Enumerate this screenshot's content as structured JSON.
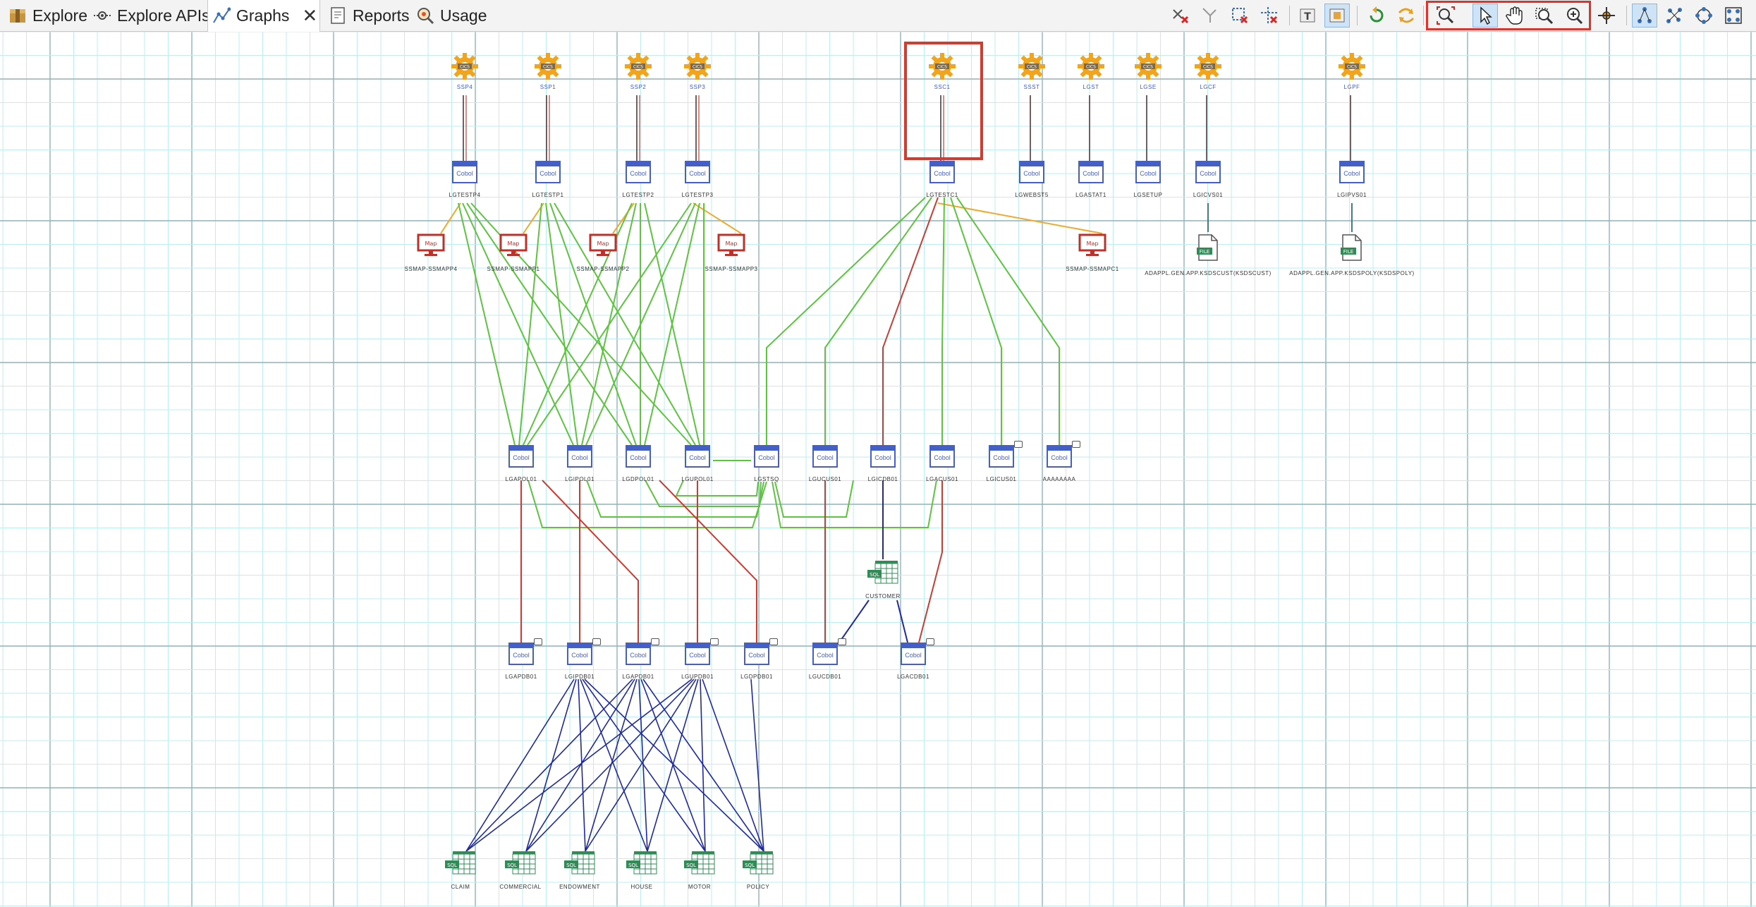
{
  "tabs": [
    {
      "label": "Explore",
      "icon": "explore-icon",
      "active": false
    },
    {
      "label": "Explore APIs",
      "icon": "explore-apis-icon",
      "active": false
    },
    {
      "label": "Graphs",
      "icon": "graphs-icon",
      "active": true
    },
    {
      "label": "Reports",
      "icon": "reports-icon",
      "active": false
    },
    {
      "label": "Usage",
      "icon": "usage-icon",
      "active": false
    }
  ],
  "toolbar": {
    "buttons": [
      "remove-selected-icon",
      "remove-connection-icon",
      "remove-node-icon",
      "clear-graph-icon",
      "text-label-icon",
      "node-label-icon",
      "undo-icon",
      "refresh-icon",
      "zoom-fit-icon",
      "select-pointer-icon",
      "pan-hand-icon",
      "zoom-region-icon",
      "zoom-in-icon",
      "center-icon",
      "layout-hierarchical-icon",
      "layout-organic-icon",
      "layout-circular-icon",
      "layout-grid-icon"
    ],
    "highlight_color": "#e0322b"
  },
  "colors": {
    "grid_minor": "#bfeef0",
    "grid_major": "#8fb4b8",
    "cobol": "#4460c8",
    "edge_green": "#5cc43f",
    "edge_red": "#cc3b32",
    "edge_blue": "#1f2a9e",
    "edge_orange": "#f0a92a",
    "edge_dark": "#4a3a3a",
    "gear": "#f2a51c",
    "map": "#c0302a",
    "file": "#2f8c55",
    "sql": "#2f8c55"
  },
  "node_text": {
    "cobol": "Cobol",
    "map": "Map",
    "file": "FILE",
    "sql": "SQL",
    "gear": "CICS"
  },
  "graph": {
    "transactions": [
      {
        "id": "SSP4",
        "label": "SSP4"
      },
      {
        "id": "SSP1",
        "label": "SSP1"
      },
      {
        "id": "SSP2",
        "label": "SSP2"
      },
      {
        "id": "SSP3",
        "label": "SSP3"
      },
      {
        "id": "SSC1",
        "label": "SSC1"
      },
      {
        "id": "SSST",
        "label": "SSST"
      },
      {
        "id": "LGST",
        "label": "LGST"
      },
      {
        "id": "LGSE",
        "label": "LGSE"
      },
      {
        "id": "LGCF",
        "label": "LGCF"
      },
      {
        "id": "LGPF",
        "label": "LGPF"
      }
    ],
    "programs_top": [
      {
        "id": "p_t1",
        "label": "LGTESTP4"
      },
      {
        "id": "p_t2",
        "label": "LGTESTP1"
      },
      {
        "id": "p_t3",
        "label": "LGTESTP2"
      },
      {
        "id": "p_t4",
        "label": "LGTESTP3"
      },
      {
        "id": "p_t5",
        "label": "LGTESTC1"
      },
      {
        "id": "p_t6",
        "label": "LGWEBST5"
      },
      {
        "id": "p_t7",
        "label": "LGASTAT1"
      },
      {
        "id": "p_t8",
        "label": "LGSETUP"
      },
      {
        "id": "p_t9",
        "label": "LGICVS01"
      },
      {
        "id": "p_t10",
        "label": "LGIPVS01"
      }
    ],
    "maps": [
      {
        "id": "m1",
        "label": "SSMAP-SSMAPP4"
      },
      {
        "id": "m2",
        "label": "SSMAP-SSMAPP1"
      },
      {
        "id": "m3",
        "label": "SSMAP-SSMAPP2"
      },
      {
        "id": "m4",
        "label": "SSMAP-SSMAPP3"
      },
      {
        "id": "m5",
        "label": "SSMAP-SSMAPC1"
      }
    ],
    "files": [
      {
        "id": "f1",
        "label": "ADAPPL.GEN.APP.KSDSCUST(KSDSCUST)"
      },
      {
        "id": "f2",
        "label": "ADAPPL.GEN.APP.KSDSPOLY(KSDSPOLY)"
      }
    ],
    "programs_mid": [
      {
        "id": "p_m1",
        "label": "LGAPOL01"
      },
      {
        "id": "p_m2",
        "label": "LGIPOL01"
      },
      {
        "id": "p_m3",
        "label": "LGDPOL01"
      },
      {
        "id": "p_m4",
        "label": "LGUPOL01"
      },
      {
        "id": "p_m5",
        "label": "LGSTSQ"
      },
      {
        "id": "p_m6",
        "label": "LGUCUS01"
      },
      {
        "id": "p_m7",
        "label": "LGICDB01"
      },
      {
        "id": "p_m8",
        "label": "LGACUS01"
      },
      {
        "id": "p_m9",
        "label": "LGICUS01"
      },
      {
        "id": "p_m10",
        "label": "AAAAAAAA"
      }
    ],
    "programs_low": [
      {
        "id": "p_l1",
        "label": "LGAPDB01"
      },
      {
        "id": "p_l2",
        "label": "LGIPDB01"
      },
      {
        "id": "p_l3",
        "label": "LGAPDB01"
      },
      {
        "id": "p_l4",
        "label": "LGUPDB01"
      },
      {
        "id": "p_l5",
        "label": "LGDPDB01"
      },
      {
        "id": "p_l6",
        "label": "LGUCDB01"
      },
      {
        "id": "p_l7",
        "label": "LGACDB01"
      }
    ],
    "customer_table": {
      "id": "t_cust",
      "label": "CUSTOMER"
    },
    "tables_bottom": [
      {
        "id": "t1",
        "label": "CLAIM"
      },
      {
        "id": "t2",
        "label": "COMMERCIAL"
      },
      {
        "id": "t3",
        "label": "ENDOWMENT"
      },
      {
        "id": "t4",
        "label": "HOUSE"
      },
      {
        "id": "t5",
        "label": "MOTOR"
      },
      {
        "id": "t6",
        "label": "POLICY"
      }
    ]
  }
}
